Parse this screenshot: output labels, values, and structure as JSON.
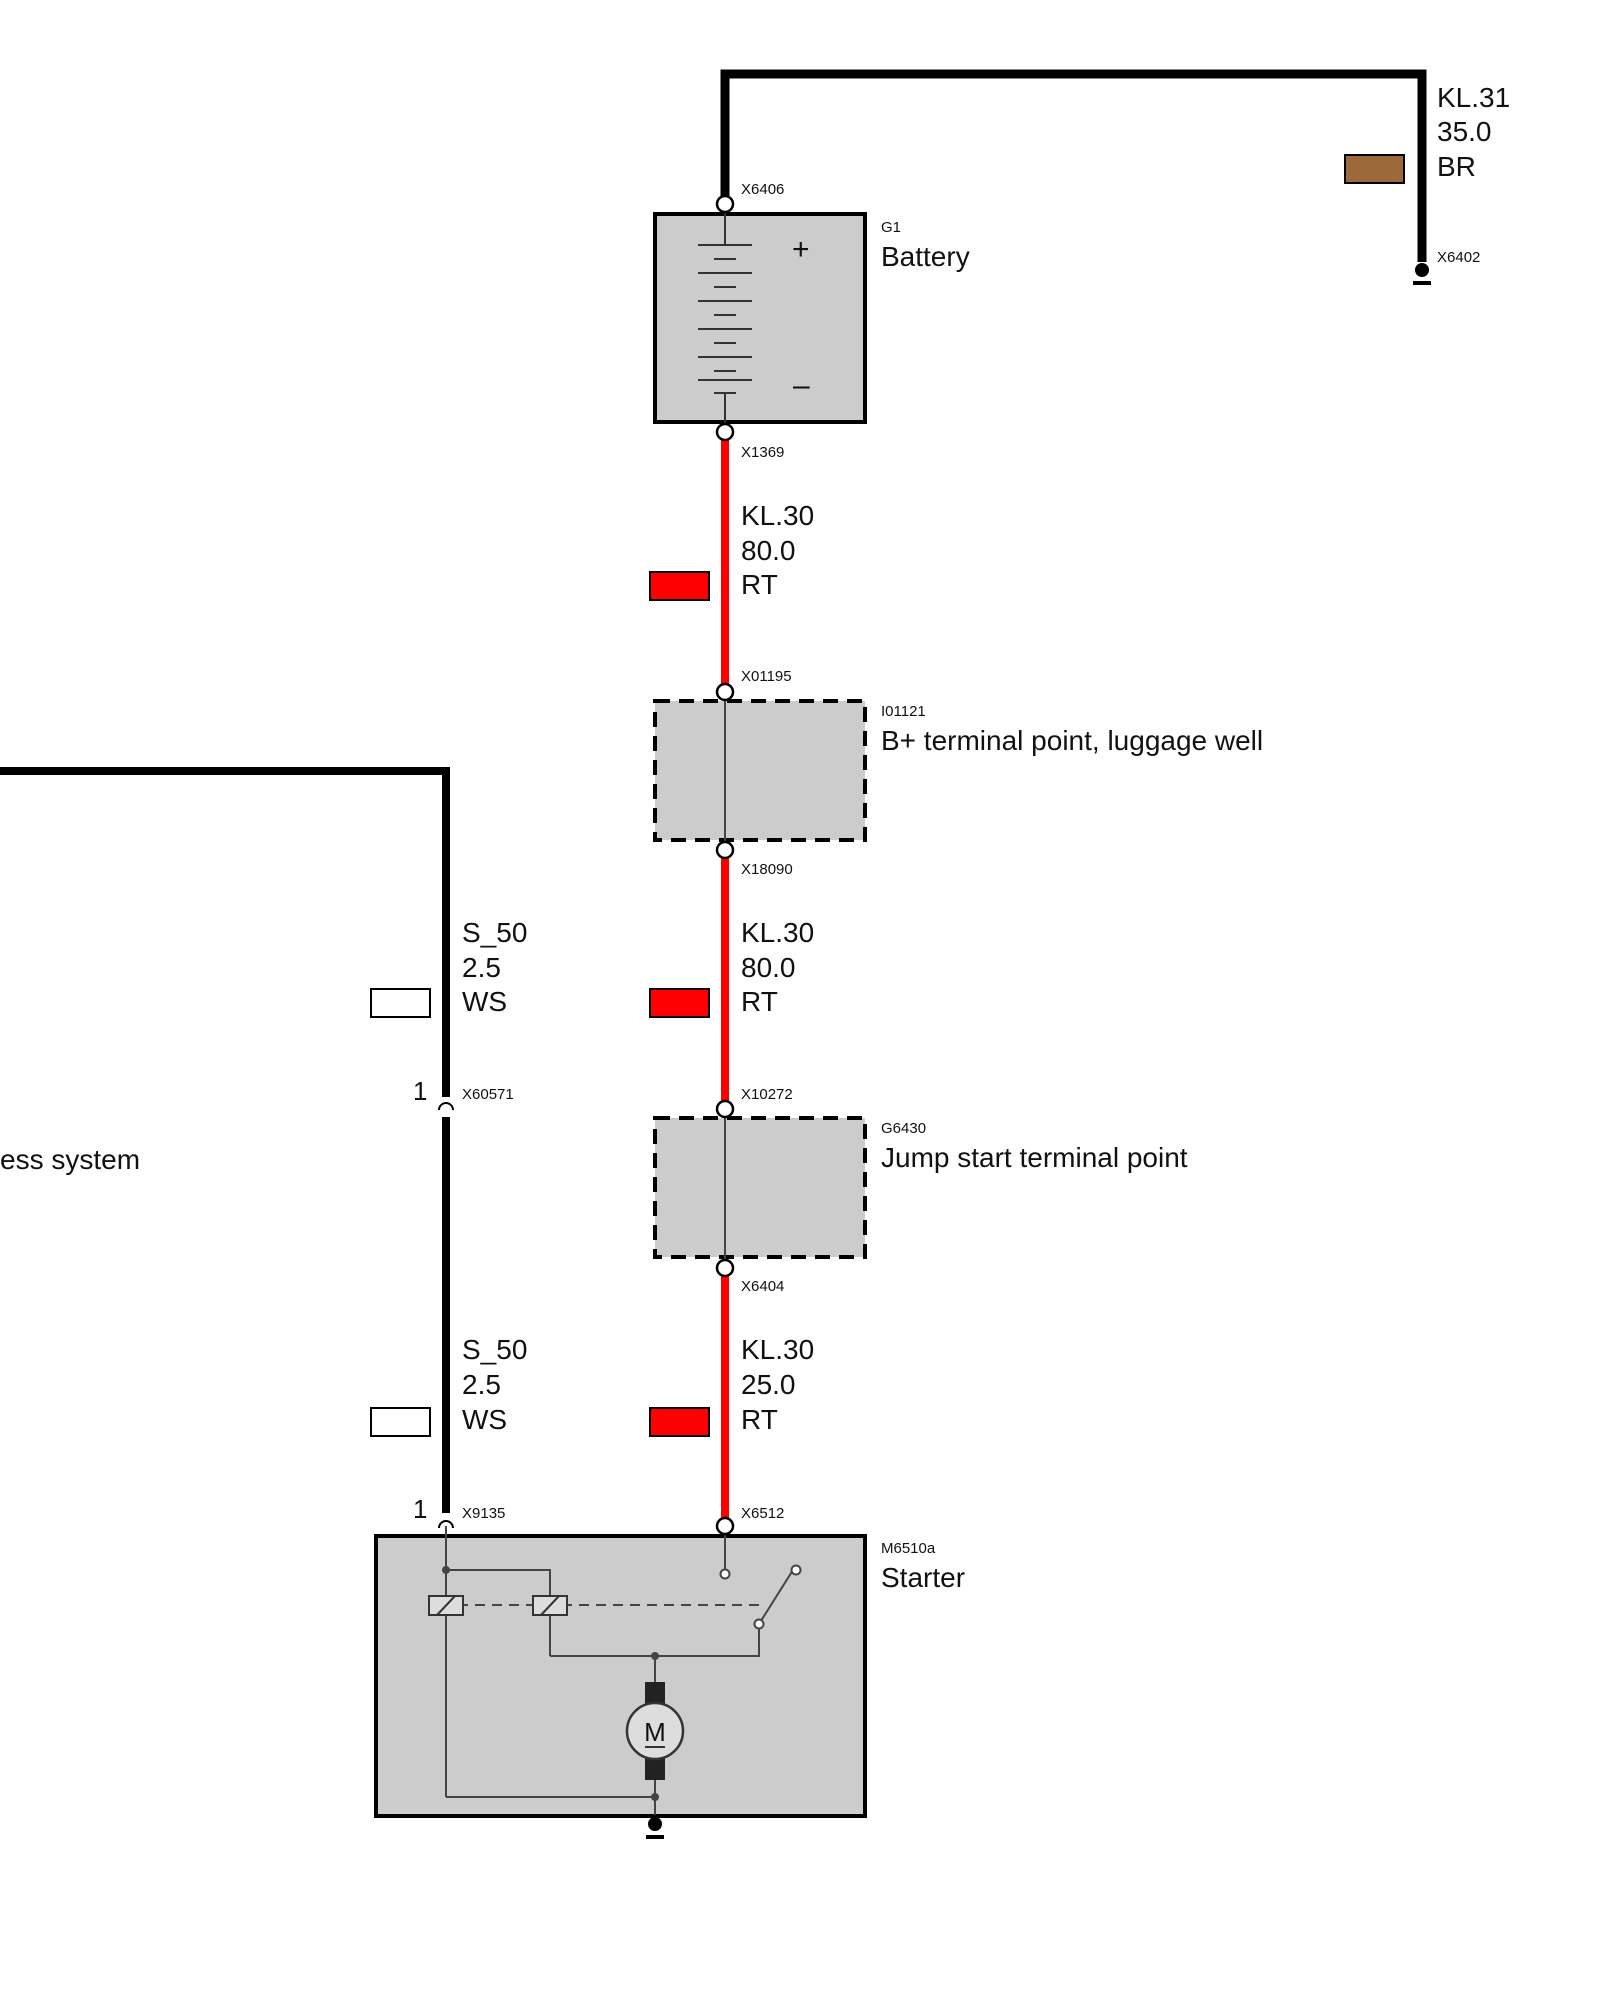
{
  "colors": {
    "wire_black": "#000000",
    "wire_red": "#ff0000",
    "component_fill": "#cccccc",
    "brown_swatch": "#9c6a3a",
    "red_swatch": "#ff0000",
    "white_swatch": "#ffffff"
  },
  "ground_wire": {
    "terminal": "KL.31",
    "section": "35.0",
    "color": "BR"
  },
  "connectors": {
    "battery_top": "X6406",
    "ground": "X6402",
    "battery_bottom": "X1369",
    "b_plus_top": "X01195",
    "b_plus_bottom": "X18090",
    "jump_top": "X10272",
    "jump_bottom": "X6404",
    "starter_main": "X6512",
    "s50_upper": "X60571",
    "s50_lower": "X9135"
  },
  "pins": {
    "s50_upper": "1",
    "s50_lower": "1"
  },
  "components": {
    "battery": {
      "code": "G1",
      "name": "Battery",
      "plus": "+",
      "minus": "–"
    },
    "b_plus": {
      "code": "I01121",
      "name": "B+ terminal point, luggage well"
    },
    "jump": {
      "code": "G6430",
      "name": "Jump start terminal point"
    },
    "starter": {
      "code": "M6510a",
      "name": "Starter",
      "motor_symbol": "M"
    },
    "offscreen_partial": {
      "name": "ess system"
    }
  },
  "wires": {
    "kl30_1": {
      "terminal": "KL.30",
      "section": "80.0",
      "color": "RT"
    },
    "kl30_2": {
      "terminal": "KL.30",
      "section": "80.0",
      "color": "RT"
    },
    "kl30_3": {
      "terminal": "KL.30",
      "section": "25.0",
      "color": "RT"
    },
    "s50_1": {
      "terminal": "S_50",
      "section": "2.5",
      "color": "WS"
    },
    "s50_2": {
      "terminal": "S_50",
      "section": "2.5",
      "color": "WS"
    }
  }
}
